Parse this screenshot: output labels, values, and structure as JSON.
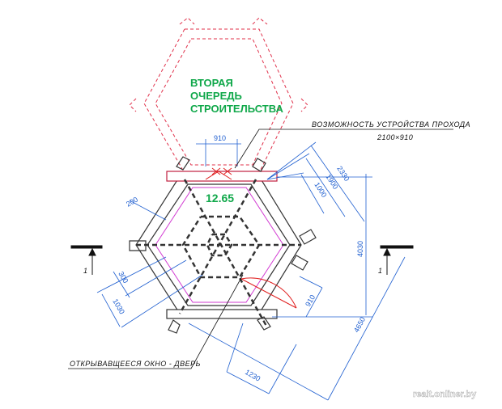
{
  "labels": {
    "second_stage": [
      "ВТОРАЯ",
      "ОЧЕРЕДЬ",
      "СТРОИТЕЛЬСТВА"
    ],
    "passage_note": "ВОЗМОЖНОСТЬ УСТРОЙСТВА ПРОХОДА",
    "passage_size": "2100×910",
    "window_door_note": "ОТКРЫВАВЩЕЕСЯ ОКНО - ДВЕРЬ",
    "area": "12.65",
    "section_left": "1",
    "section_right": "1",
    "watermark": "realt.onliner.by"
  },
  "dimensions": {
    "passage_width": "910",
    "d2330": "2330",
    "d1900": "1900",
    "d1000": "1000",
    "d200": "200",
    "d4030": "4030",
    "d300": "300",
    "d1030": "1030",
    "door_width": "910",
    "d1230": "1230",
    "d4650": "4650"
  },
  "colors": {
    "dimension": "#1f5fd0",
    "second_stage": "#e0304a",
    "inner": "#d23bd2",
    "label": "#10a84a"
  }
}
